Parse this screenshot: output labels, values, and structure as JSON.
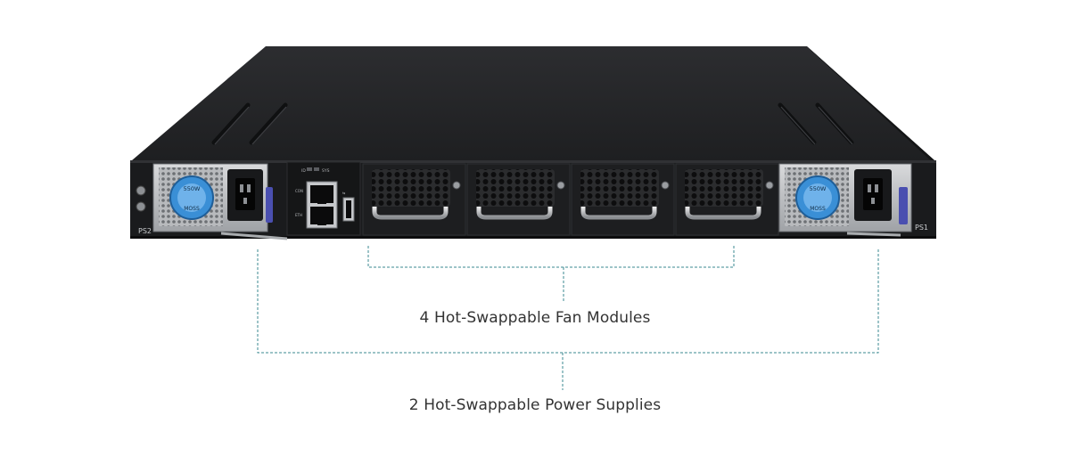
{
  "callouts": {
    "fan_modules": "4 Hot-Swappable Fan Modules",
    "power_supplies": "2 Hot-Swappable Power Supplies"
  },
  "panel": {
    "psu_left_label": "PS2",
    "psu_right_label": "PS1",
    "psu_rating": "550W",
    "psu_brand": "MOSS",
    "port_console": "CON",
    "port_ethernet": "ETH",
    "led_id": "ID",
    "led_sys": "SYS"
  },
  "colors": {
    "chassis": "#1c1d1f",
    "chassis_top": "#2a2b2e",
    "bracket_line": "#3b8a92",
    "psu_sticker": "#3a8fd6",
    "psu_latch": "#4a4fb0"
  }
}
